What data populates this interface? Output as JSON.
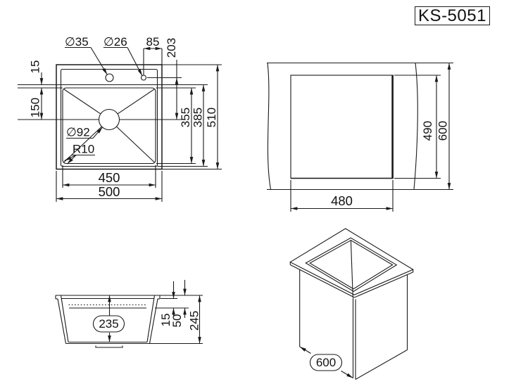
{
  "model_label": "KS-5051",
  "plan_view": {
    "faucet_hole_diameter": "∅35",
    "accessory_hole_diameter": "∅26",
    "hole_edge_offset": "85",
    "hole_to_drain_distance": "203",
    "rim_step": "15",
    "drain_center_offset": "150",
    "drain_diameter": "∅92",
    "corner_radius": "R10",
    "bowl_length": "355",
    "inner_length": "385",
    "overall_length": "510",
    "bowl_width": "450",
    "overall_width": "500"
  },
  "cutout_view": {
    "cutout_depth": "490",
    "worktop_depth": "600",
    "cutout_width": "480"
  },
  "section_view": {
    "bowl_depth": "235",
    "rim_inset_depth": "15",
    "ledge_depth": "50",
    "overall_depth": "245"
  },
  "isometric_view": {
    "cabinet_width": "600"
  }
}
